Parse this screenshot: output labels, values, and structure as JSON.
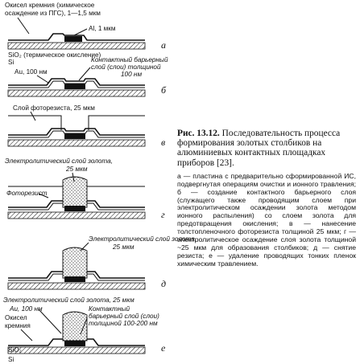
{
  "caption": {
    "number": "Рис. 13.12.",
    "title_text": "Последовательность процесса формирования золотых столбиков на алюминиевых контактных площадках приборов [23].",
    "body": "а — пластина с предварительно сформированной ИС, подвергнутая операциям очистки и ионного травления; б — создание контактного барьерного слоя (служащего также проводящим слоем при электролитическом осаждении золота методом ионного распыления) со слоем золота для предотвращения окисления; в — нанесение толстопленочного фоторезиста толщиной 25 мкм; г — электролитическое осаждение слоя золота толщиной ~25 мкм для образования столбиков; д — снятие резиста; е — удаление проводящих тонких пленок химическим травлением."
  },
  "panels": {
    "a": {
      "letter": "а",
      "oxide_label_1": "Окисел кремния (химическое",
      "oxide_label_2": "осаждение из ПГС), 1—1,5 мкм",
      "al_label": "Al, 1 мкм",
      "sio2_label": "SiO₂ (термическое окисление)",
      "si_label": "Si"
    },
    "b": {
      "letter": "б",
      "barrier_label_1": "Контактный барьерный",
      "barrier_label_2": "слой (слои) толщиной",
      "barrier_label_3": "100 нм",
      "au_label": "Au, 100 нм"
    },
    "v": {
      "letter": "в",
      "resist_label": "Слой фоторезиста, 25 мкм"
    },
    "g": {
      "letter": "г",
      "gold_label_1": "Электролитический слой золота,",
      "gold_label_2": "25 мкм",
      "photoresist_label": "Фоторезист"
    },
    "d": {
      "letter": "д",
      "gold_label_1": "Электролитический слой золота,",
      "gold_label_2": "25 мкм"
    },
    "e": {
      "letter": "е",
      "gold_label": "Электролитический слой золота, 25 мкм",
      "au_label": "Au, 100 нм",
      "barrier_label_1": "Контактный",
      "barrier_label_2": "барьерный слой (слои)",
      "barrier_label_3": "толщиной 100-200 нм",
      "oxide_label_1": "Окисел",
      "oxide_label_2": "кремния",
      "sio2_label": "SiO₂",
      "si_label": "Si"
    }
  }
}
